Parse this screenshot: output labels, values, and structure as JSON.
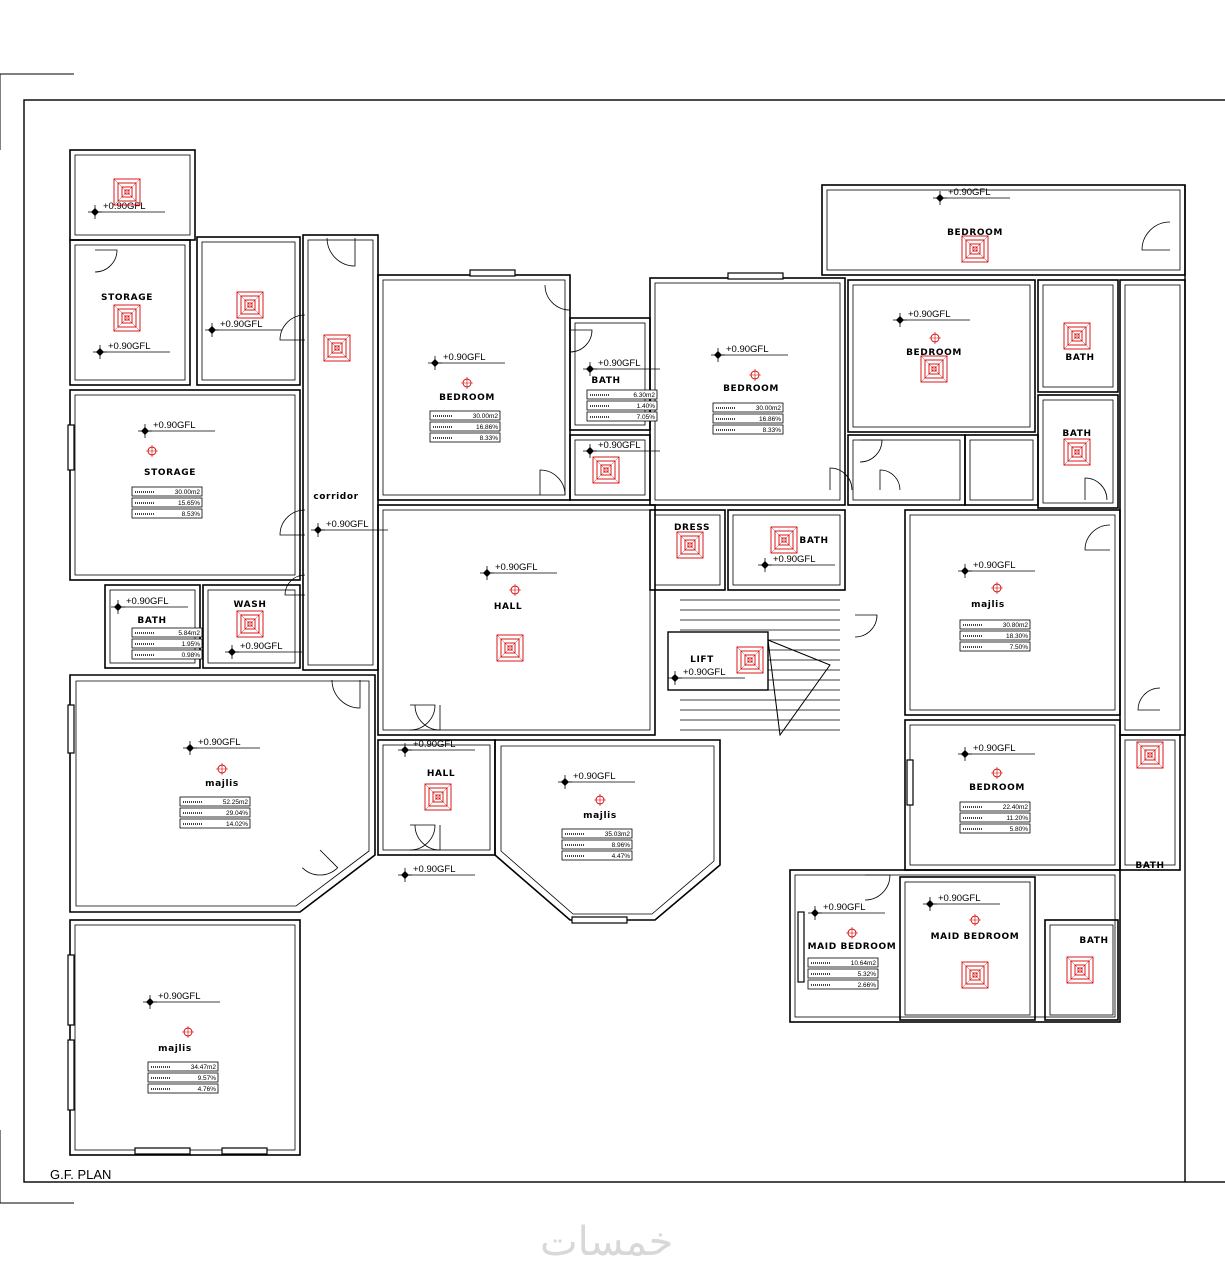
{
  "plan_title": "G.F. PLAN",
  "watermark": "خمسات",
  "level_default": "+0.90GFL",
  "colors": {
    "vent": "#d40000",
    "line": "#000000"
  },
  "rooms": [
    {
      "name": "",
      "level": "+0.90GFL"
    },
    {
      "name": "STORAGE",
      "level": "+0.90GFL"
    },
    {
      "name": "",
      "level": "+0.90GFL"
    },
    {
      "name": "corridor",
      "level": "+0.90GFL"
    },
    {
      "name": "STORAGE",
      "level": "+0.90GFL",
      "area": "30.00m2",
      "pct1": "15.65%",
      "pct2": "8.53%"
    },
    {
      "name": "BATH",
      "level": "+0.90GFL",
      "area": "5.84m2",
      "pct1": "1.95%",
      "pct2": "0.98%"
    },
    {
      "name": "WASH",
      "level": "+0.90GFL"
    },
    {
      "name": "BEDROOM",
      "level": "+0.90GFL",
      "area": "30.00m2",
      "pct1": "16.86%",
      "pct2": "8.33%"
    },
    {
      "name": "BATH",
      "level": "+0.90GFL",
      "area": "6.30m2",
      "pct1": "1.40%",
      "pct2": "7.05%"
    },
    {
      "name": "",
      "level": "+0.90GFL"
    },
    {
      "name": "BEDROOM",
      "level": "+0.90GFL",
      "area": "30.00m2",
      "pct1": "16.86%",
      "pct2": "8.33%"
    },
    {
      "name": "BEDROOM",
      "level": "+0.90GFL"
    },
    {
      "name": "BEDROOM",
      "level": "+0.90GFL"
    },
    {
      "name": "BATH",
      "level": ""
    },
    {
      "name": "BATH",
      "level": ""
    },
    {
      "name": "DRESS",
      "level": ""
    },
    {
      "name": "BATH",
      "level": "+0.90GFL"
    },
    {
      "name": "HALL",
      "level": "+0.90GFL"
    },
    {
      "name": "LIFT",
      "level": "+0.90GFL"
    },
    {
      "name": "majlis",
      "level": "+0.90GFL",
      "area": "30.80m2",
      "pct1": "18.30%",
      "pct2": "7.50%"
    },
    {
      "name": "BEDROOM",
      "level": "+0.90GFL",
      "area": "22.40m2",
      "pct1": "11.20%",
      "pct2": "5.80%"
    },
    {
      "name": "BATH",
      "level": ""
    },
    {
      "name": "majlis",
      "level": "+0.90GFL",
      "area": "52.25m2",
      "pct1": "29.04%",
      "pct2": "14.02%"
    },
    {
      "name": "HALL",
      "level": "+0.90GFL"
    },
    {
      "name": "majlis",
      "level": "+0.90GFL",
      "area": "35.03m2",
      "pct1": "8.96%",
      "pct2": "4.47%"
    },
    {
      "name": "",
      "level": "+0.90GFL"
    },
    {
      "name": "MAID BEDROOM",
      "level": "+0.90GFL",
      "area": "10.64m2",
      "pct1": "5.32%",
      "pct2": "2.66%"
    },
    {
      "name": "MAID BEDROOM",
      "level": "+0.90GFL"
    },
    {
      "name": "BATH",
      "level": ""
    },
    {
      "name": "majlis",
      "level": "+0.90GFL",
      "area": "34.47m2",
      "pct1": "9.57%",
      "pct2": "4.76%"
    }
  ]
}
